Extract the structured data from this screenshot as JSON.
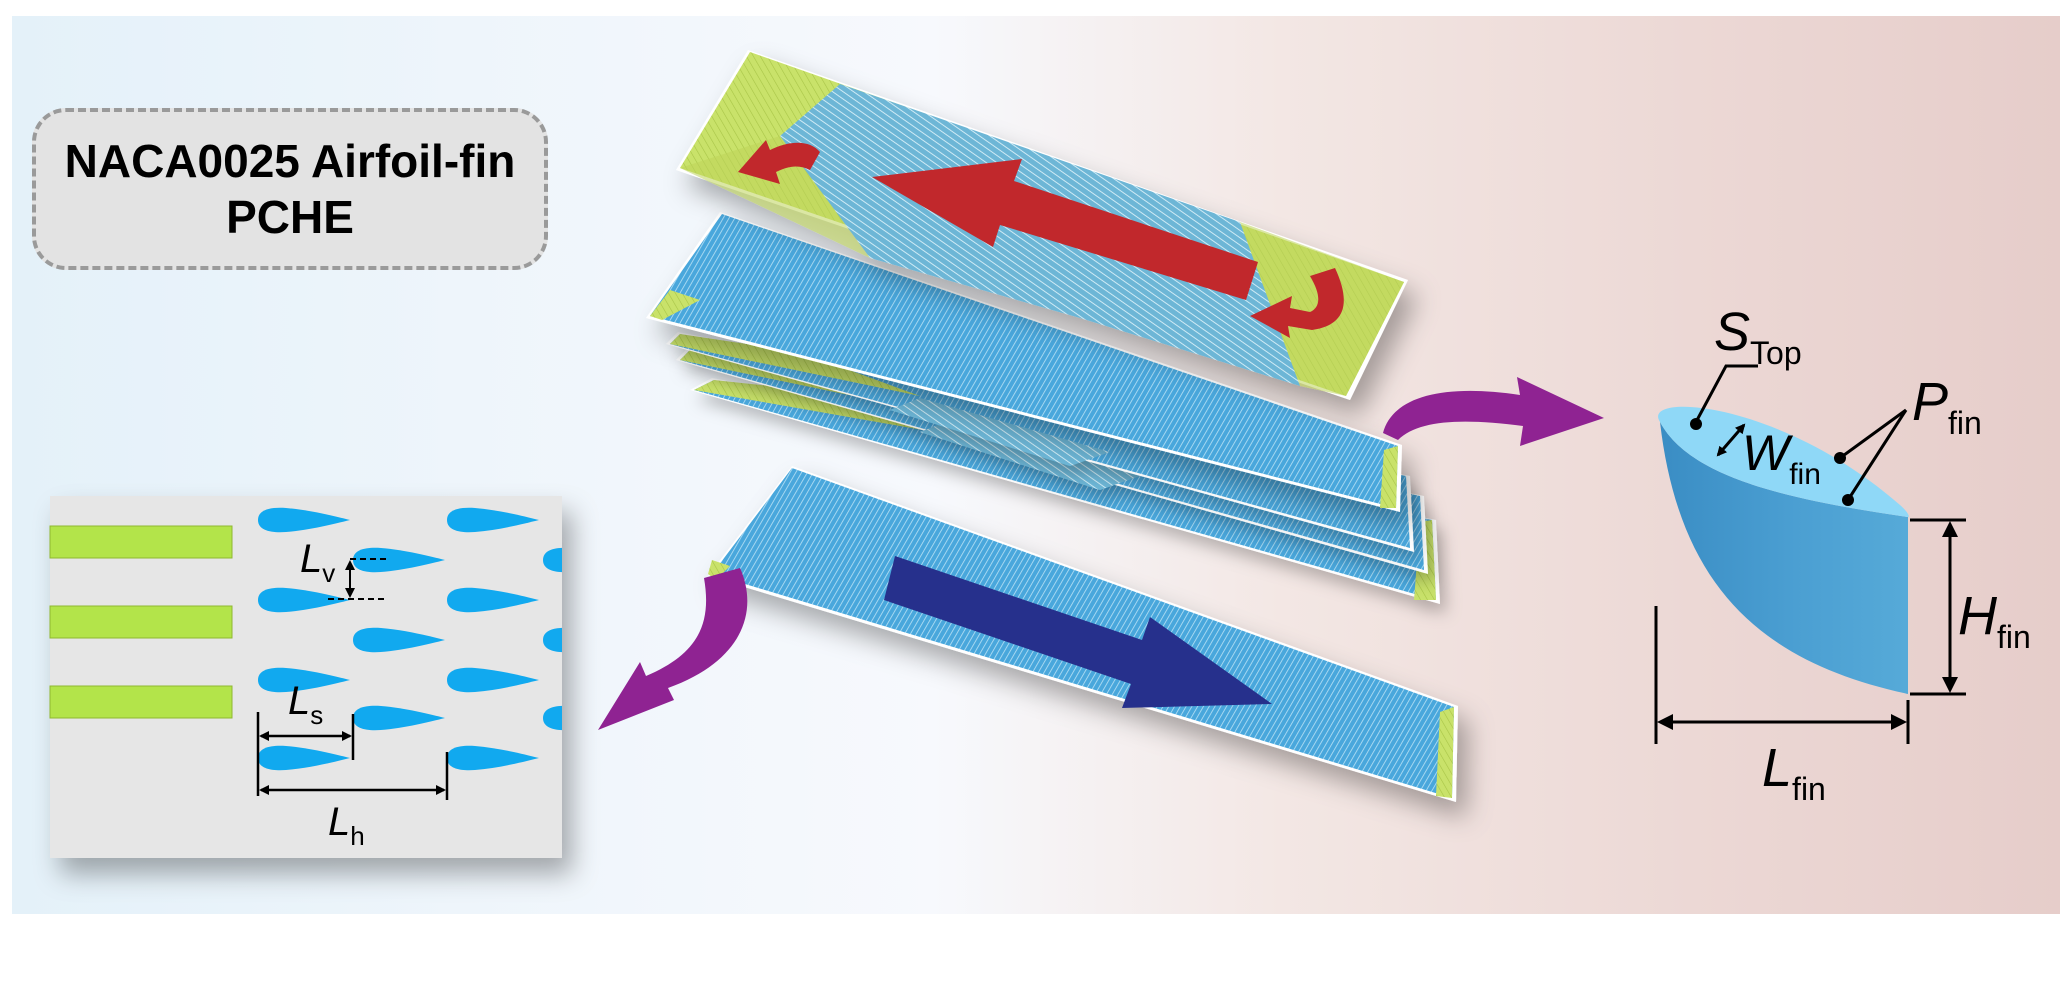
{
  "title": {
    "line1": "NACA0025 Airfoil-fin",
    "line2": "PCHE"
  },
  "layout_labels": {
    "lv": {
      "main": "L",
      "sub": "v"
    },
    "ls": {
      "main": "L",
      "sub": "s"
    },
    "lh": {
      "main": "L",
      "sub": "h"
    }
  },
  "fin_labels": {
    "s_top": {
      "main": "S",
      "sub": "Top"
    },
    "w_fin": {
      "main": "W",
      "sub": "fin"
    },
    "p_fin": {
      "main": "P",
      "sub": "fin"
    },
    "h_fin": {
      "main": "H",
      "sub": "fin"
    },
    "l_fin": {
      "main": "L",
      "sub": "fin"
    }
  },
  "colors": {
    "plate_blue": "#4aa7dc",
    "plate_yellow": "#c9e26a",
    "airfoil": "#11a9ef",
    "hot_arrow": "#c1282c",
    "cold_arrow": "#26308c",
    "connector_arrow": "#8f2392",
    "fin_side": "#3c93c9",
    "fin_top": "#8fd8f7",
    "fin_block": "#b3e44a"
  },
  "icons": {
    "hot_flow": "red-arrow",
    "cold_flow": "blue-arrow",
    "zoom_connector": "curved-purple-arrow"
  }
}
